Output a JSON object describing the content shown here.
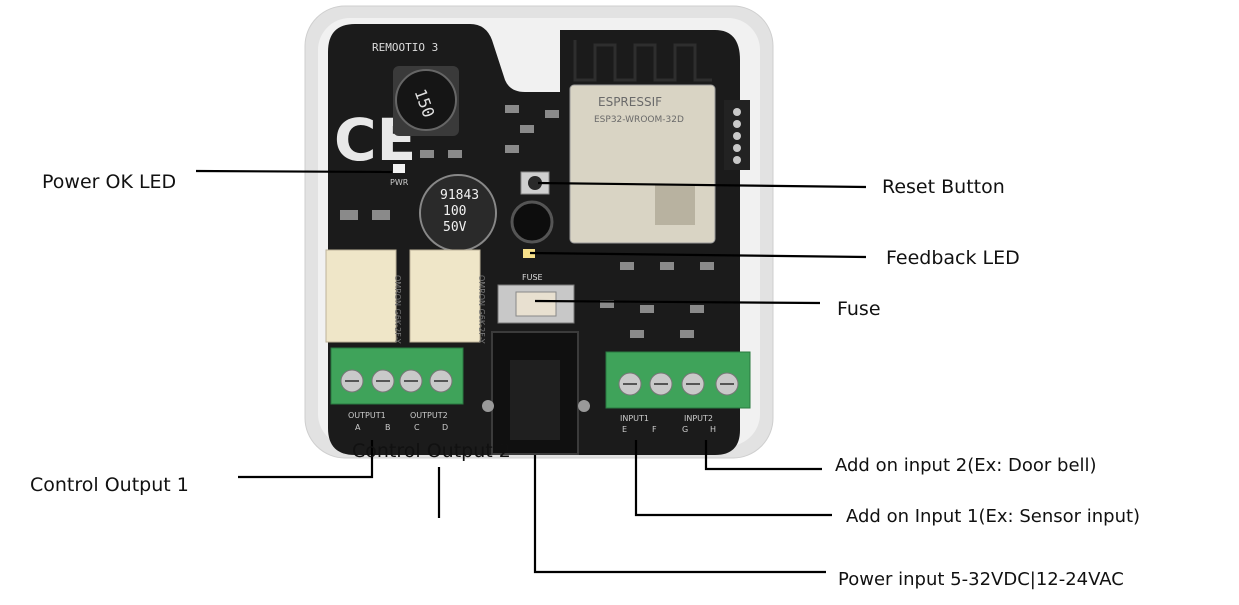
{
  "board": {
    "model": "REMOOTIO 3",
    "ce_mark": "CE",
    "inductor_marking": "150",
    "capacitor_marking": [
      "91843",
      "100",
      "50V"
    ],
    "pwr_silkscreen": "PWR",
    "fuse_silkscreen": "FUSE",
    "module_brand": "ESPRESSIF",
    "module_model": "ESP32-WROOM-32D",
    "output_groups": [
      "OUTPUT1",
      "OUTPUT2"
    ],
    "input_groups": [
      "INPUT1",
      "INPUT2"
    ],
    "terminal_letters": [
      "A",
      "B",
      "C",
      "D",
      "E",
      "F",
      "G",
      "H"
    ],
    "relay_text": "OMRON G6K-2F-Y"
  },
  "callouts": {
    "power_ok_led": "Power OK LED",
    "reset_button": "Reset Button",
    "feedback_led": "Feedback LED",
    "fuse": "Fuse",
    "control_output_1": "Control Output 1",
    "control_output_2": "Control Output 2",
    "add_on_input_2": "Add on input 2(Ex: Door bell)",
    "add_on_input_1": "Add on Input 1(Ex: Sensor input)",
    "power_input": "Power input 5-32VDC|12-24VAC"
  },
  "colors": {
    "pcb": "#1a1a1a",
    "enclosure": "#dcdcdc",
    "terminal_green": "#3fa35a",
    "relay_body": "#efe6c8",
    "module_shield": "#d9d4c4",
    "leader_line": "#000000"
  }
}
